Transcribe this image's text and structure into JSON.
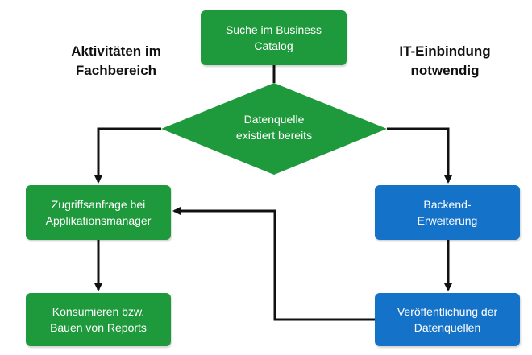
{
  "headings": {
    "left": [
      "Aktivitäten im",
      "Fachbereich"
    ],
    "right": [
      "IT-Einbindung",
      "notwendig"
    ]
  },
  "nodes": {
    "search": {
      "lines": [
        "Suche im Business",
        "Catalog"
      ],
      "shape": "rounded-rectangle",
      "color": "#1e9a3c"
    },
    "decision": {
      "lines": [
        "Datenquelle",
        "existiert bereits"
      ],
      "shape": "diamond",
      "color": "#1e9a3c"
    },
    "access": {
      "lines": [
        "Zugriffsanfrage bei",
        "Applikationsmanager"
      ],
      "shape": "rounded-rectangle",
      "color": "#1e9a3c"
    },
    "consume": {
      "lines": [
        "Konsumieren bzw.",
        "Bauen von Reports"
      ],
      "shape": "rounded-rectangle",
      "color": "#1e9a3c"
    },
    "backend": {
      "lines": [
        "Backend-",
        "Erweiterung"
      ],
      "shape": "rounded-rectangle",
      "color": "#1572c9"
    },
    "publish": {
      "lines": [
        "Veröffentlichung der",
        "Datenquellen"
      ],
      "shape": "rounded-rectangle",
      "color": "#1572c9"
    }
  },
  "edges": [
    {
      "from": "search",
      "to": "decision",
      "arrow": false
    },
    {
      "from": "decision",
      "to": "access",
      "arrow": true
    },
    {
      "from": "decision",
      "to": "backend",
      "arrow": true
    },
    {
      "from": "access",
      "to": "consume",
      "arrow": true
    },
    {
      "from": "backend",
      "to": "publish",
      "arrow": true
    },
    {
      "from": "publish",
      "to": "access",
      "arrow": true
    }
  ],
  "colors": {
    "green": "#1e9a3c",
    "blue": "#1572c9",
    "connector": "#111111",
    "heading_text": "#111111",
    "node_text": "#ffffff"
  }
}
